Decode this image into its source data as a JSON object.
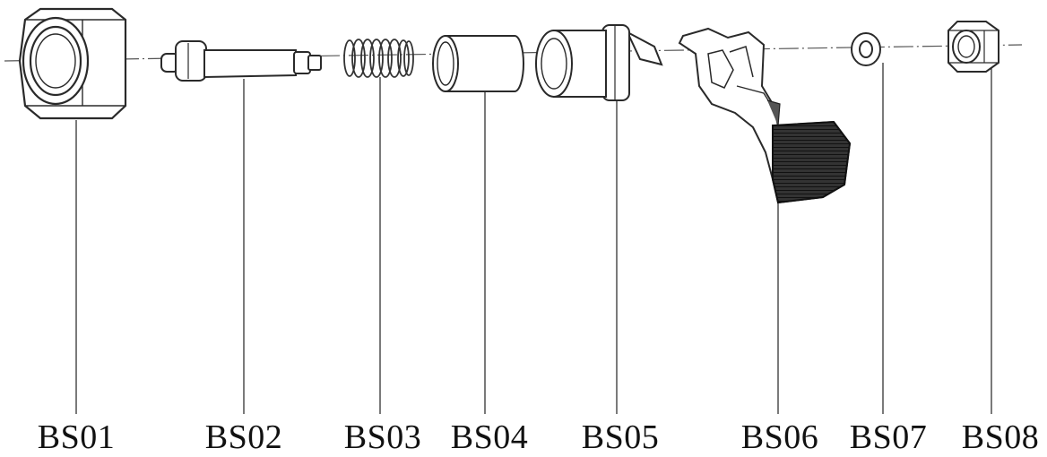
{
  "parts": [
    {
      "id": "BS01",
      "name": "hex-nut-large-icon"
    },
    {
      "id": "BS02",
      "name": "stepped-pin-icon"
    },
    {
      "id": "BS03",
      "name": "coil-spring-icon"
    },
    {
      "id": "BS04",
      "name": "sleeve-bushing-icon"
    },
    {
      "id": "BS05",
      "name": "flanged-cam-body-icon"
    },
    {
      "id": "BS06",
      "name": "quick-release-lever-icon"
    },
    {
      "id": "BS07",
      "name": "flat-washer-icon"
    },
    {
      "id": "BS08",
      "name": "hex-nut-small-icon"
    }
  ],
  "colors": {
    "line": "#2a2a2a",
    "hatch": "#1e1e1e",
    "background": "#ffffff"
  }
}
